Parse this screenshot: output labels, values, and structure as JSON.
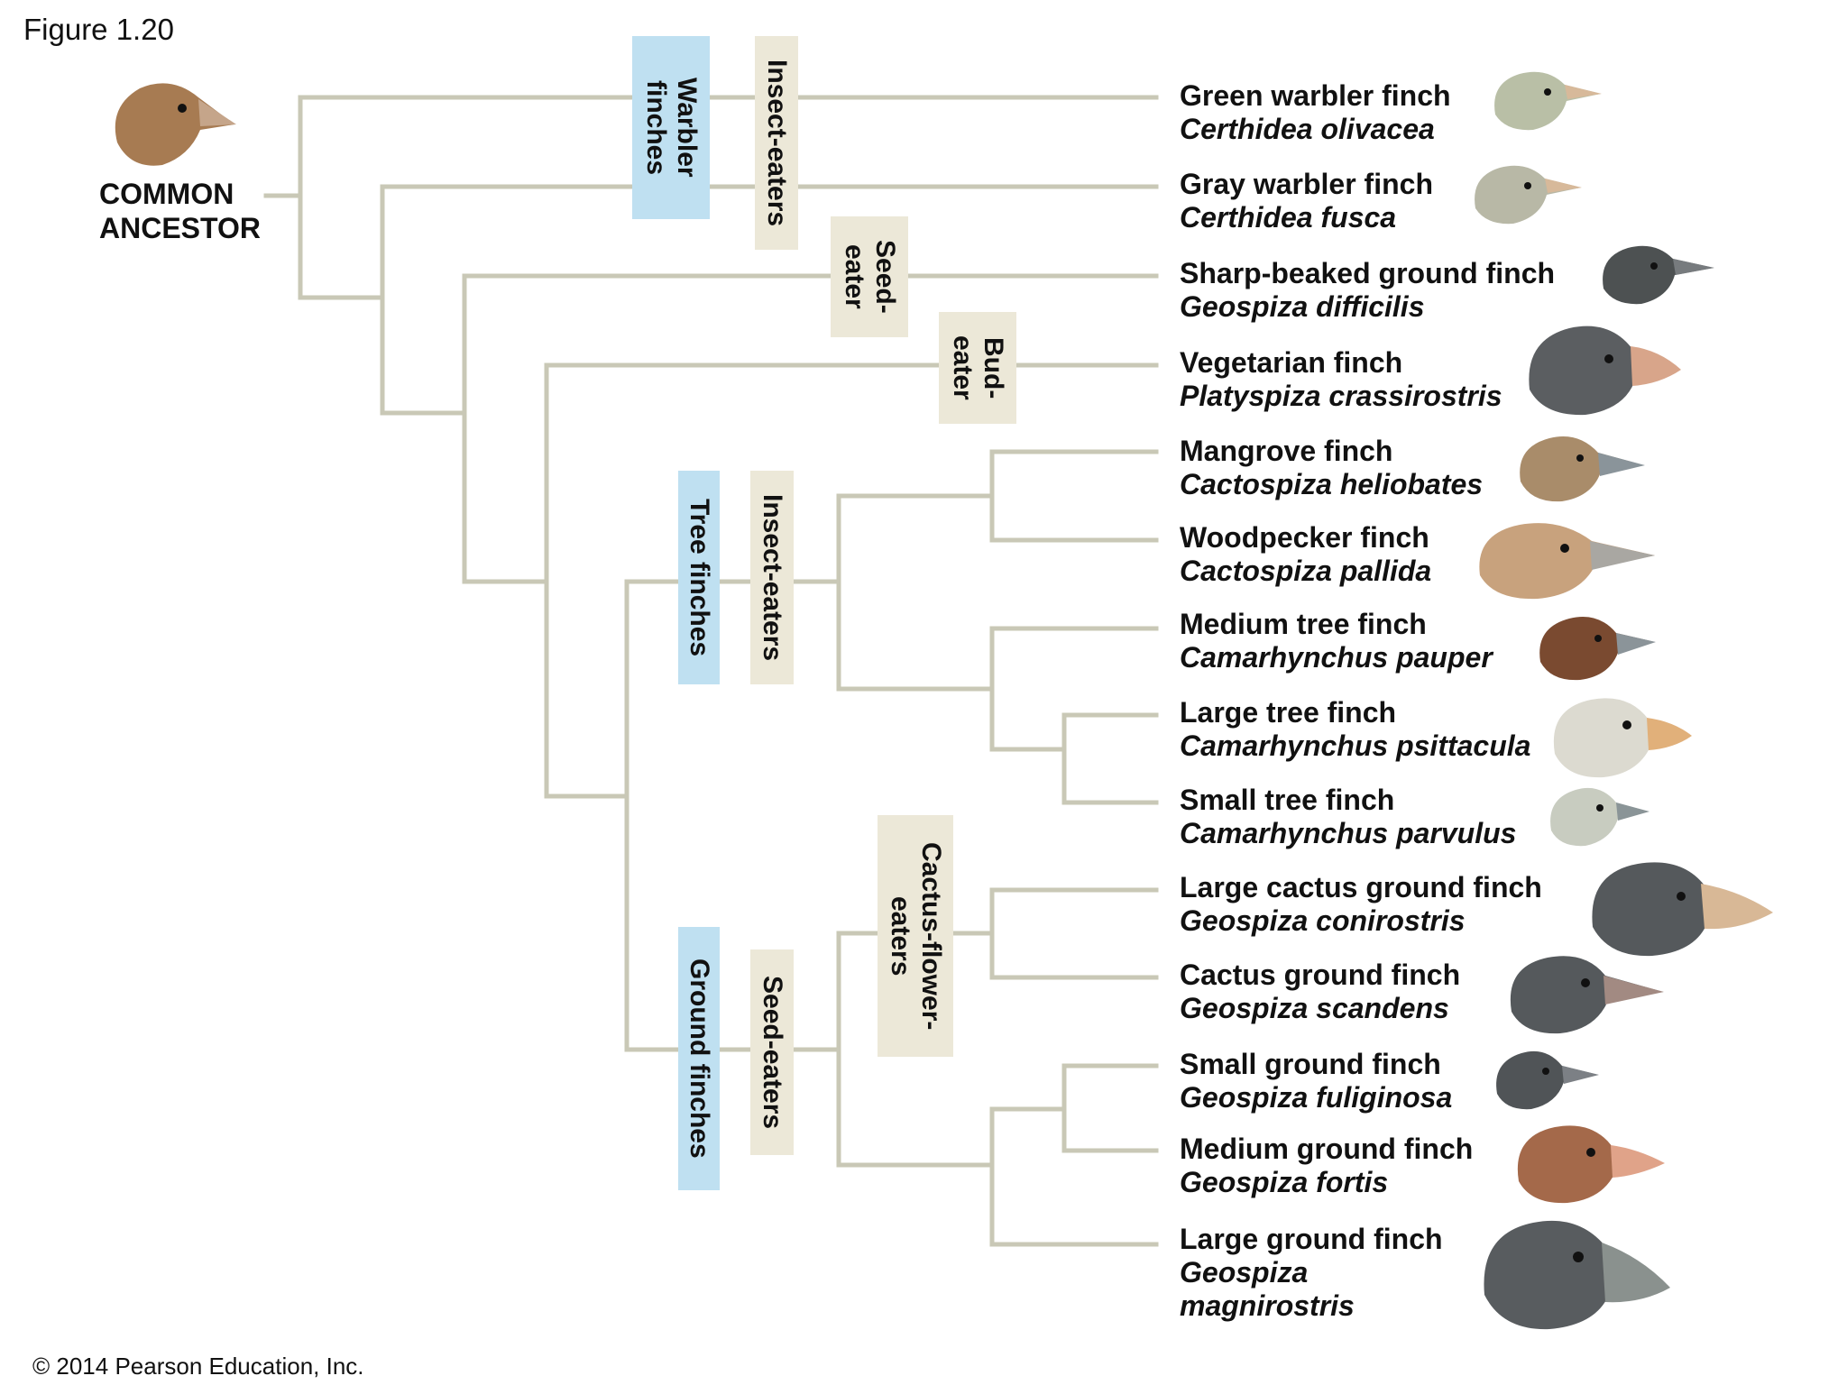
{
  "figure_label": "Figure 1.20",
  "copyright": "© 2014 Pearson Education, Inc.",
  "ancestor": {
    "line1": "COMMON",
    "line2": "ANCESTOR"
  },
  "diet_labels": {
    "warbler_finches": "Warbler\nfinches",
    "insect_eaters_top": "Insect-eaters",
    "seed_eater": "Seed-\neater",
    "bud_eater": "Bud-\neater",
    "tree_finches": "Tree finches",
    "insect_eaters_tree": "Insect-eaters",
    "cactus_flower_eaters": "Cactus-flower-\neaters",
    "ground_finches": "Ground finches",
    "seed_eaters": "Seed-eaters"
  },
  "species": [
    {
      "common": "Green warbler finch",
      "scientific": "Certhidea olivacea",
      "color": "#b9bfa6"
    },
    {
      "common": "Gray warbler finch",
      "scientific": "Certhidea fusca",
      "color": "#b8b8a6"
    },
    {
      "common": "Sharp-beaked ground finch",
      "scientific": "Geospiza difficilis",
      "color": "#4d5152"
    },
    {
      "common": "Vegetarian finch",
      "scientific": "Platyspiza crassirostris",
      "color": "#5b5e61"
    },
    {
      "common": "Mangrove finch",
      "scientific": "Cactospiza heliobates",
      "color": "#a98c6a"
    },
    {
      "common": "Woodpecker finch",
      "scientific": "Cactospiza pallida",
      "color": "#c8a27d"
    },
    {
      "common": "Medium tree finch",
      "scientific": "Camarhynchus pauper",
      "color": "#7a4a30"
    },
    {
      "common": "Large tree finch",
      "scientific": "Camarhynchus psittacula",
      "color": "#dcdad0"
    },
    {
      "common": "Small tree finch",
      "scientific": "Camarhynchus parvulus",
      "color": "#c8ccc0"
    },
    {
      "common": "Large cactus ground finch",
      "scientific": "Geospiza conirostris",
      "color": "#55595c"
    },
    {
      "common": "Cactus ground finch",
      "scientific": "Geospiza scandens",
      "color": "#55595c"
    },
    {
      "common": "Small ground finch",
      "scientific": "Geospiza fuliginosa",
      "color": "#505457"
    },
    {
      "common": "Medium ground finch",
      "scientific": "Geospiza fortis",
      "color": "#a4694a"
    },
    {
      "common": "Large ground finch",
      "scientific": "Geospiza\nmagnirostris",
      "color": "#585c5f"
    }
  ],
  "colors": {
    "branch": "#c9c8b6",
    "blue_box": "#bfe0f1",
    "beige_box": "#ece8d8",
    "ancestor_bird": "#a77b52"
  }
}
